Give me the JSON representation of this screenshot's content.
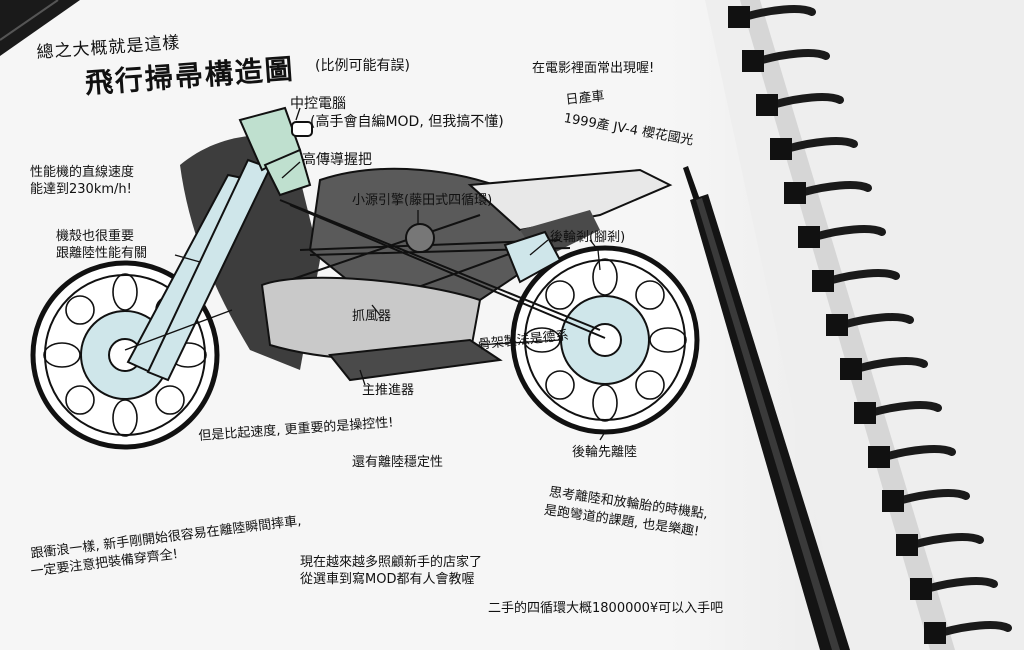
{
  "title": {
    "line1": "總之大概就是這樣",
    "line2": "飛行掃帚構造圖",
    "note": "(比例可能有誤)"
  },
  "labels": {
    "control_computer": "中控電腦",
    "control_note": "(高手會自編MOD, 但我搞不懂)",
    "handle": "高傳導握把",
    "speed_l1": "性能機的直線速度",
    "speed_l2": "能達到230km/h!",
    "shell_l1": "機殼也很重要",
    "shell_l2": "跟離陸性能有關",
    "engine": "小源引擎(藤田式四循環)",
    "rear_brake": "後輪剎(腳剎)",
    "movie": "在電影裡面常出現喔!",
    "nissan_l1": "日產車",
    "nissan_l2": "1999產 JV-4 櫻花國光",
    "wind": "抓風器",
    "frame": "骨架製法是德系",
    "main_thruster": "主推進器",
    "control": "但是比起速度, 更重要的是操控性!",
    "stability": "還有離陸穩定性",
    "rear_first": "後輪先離陸",
    "timing_l1": "思考離陸和放輪胎的時機點,",
    "timing_l2": "是跑彎道的課題, 也是樂趣!",
    "surf_l1": "跟衝浪一樣, 新手剛開始很容易在離陸瞬間摔車,",
    "surf_l2": "一定要注意把裝備穿齊全!",
    "shop_l1": "現在越來越多照顧新手的店家了",
    "shop_l2": "從選車到寫MOD都有人會教喔",
    "price": "二手的四循環大概1800000¥可以入手吧"
  },
  "colors": {
    "paper": "#f6f6f6",
    "ink": "#111111",
    "accent_blue": "#cfe6ea",
    "accent_green": "#bfe0cf",
    "body_grey": "#c9c9c9",
    "dark_grey": "#4a4a4a"
  },
  "icons": {
    "notebook_binding": "spiral-ring-binding",
    "pen": "black-pen"
  }
}
